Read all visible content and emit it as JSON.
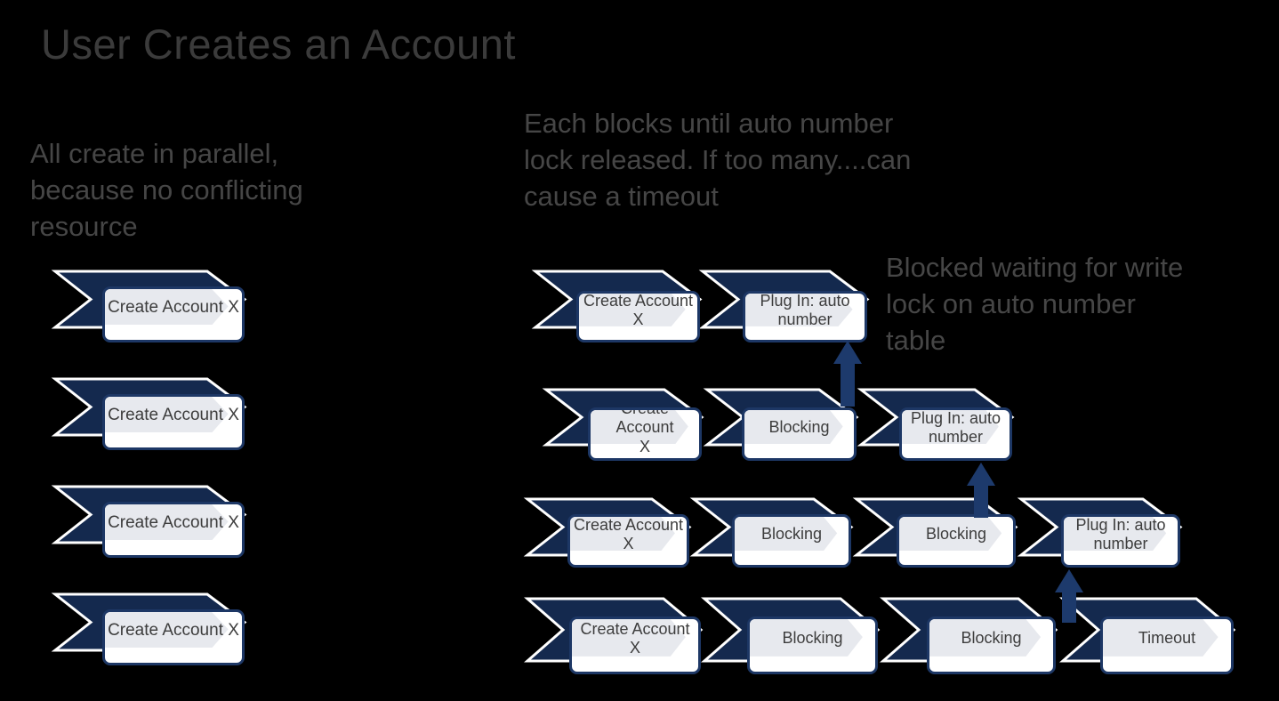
{
  "title": "User Creates an Account",
  "annotations": {
    "left": "All create in parallel,\nbecause no conflicting\nresource",
    "middle": "Each blocks until auto number\nlock released. If too many....can\ncause a timeout",
    "right": "Blocked waiting for write\nlock on auto number\ntable"
  },
  "colors": {
    "background": "#000000",
    "chevron_fill": "#14294e",
    "chevron_outline": "#ffffff",
    "box_fill": "#ffffff",
    "box_border": "#1d3765",
    "inner_arrow_fill": "#e7e9ee",
    "up_arrow_fill": "#1d3a6c",
    "box_text": "#3d3d3d",
    "annotation_text": "#464646"
  },
  "diagram": {
    "left_column": {
      "units": [
        {
          "label": "Create Account X"
        },
        {
          "label": "Create Account X"
        },
        {
          "label": "Create Account X"
        },
        {
          "label": "Create Account X"
        }
      ]
    },
    "rows": [
      {
        "units": [
          {
            "label": "Create Account\nX"
          },
          {
            "label": "Plug In: auto\nnumber"
          }
        ]
      },
      {
        "units": [
          {
            "label": "Create Account\nX"
          },
          {
            "label": "Blocking"
          },
          {
            "label": "Plug In: auto\nnumber"
          }
        ]
      },
      {
        "units": [
          {
            "label": "Create Account\nX"
          },
          {
            "label": "Blocking"
          },
          {
            "label": "Blocking"
          },
          {
            "label": "Plug In: auto\nnumber"
          }
        ]
      },
      {
        "units": [
          {
            "label": "Create Account\nX"
          },
          {
            "label": "Blocking"
          },
          {
            "label": "Blocking"
          },
          {
            "label": "Timeout"
          }
        ]
      }
    ],
    "up_arrows": 3
  }
}
